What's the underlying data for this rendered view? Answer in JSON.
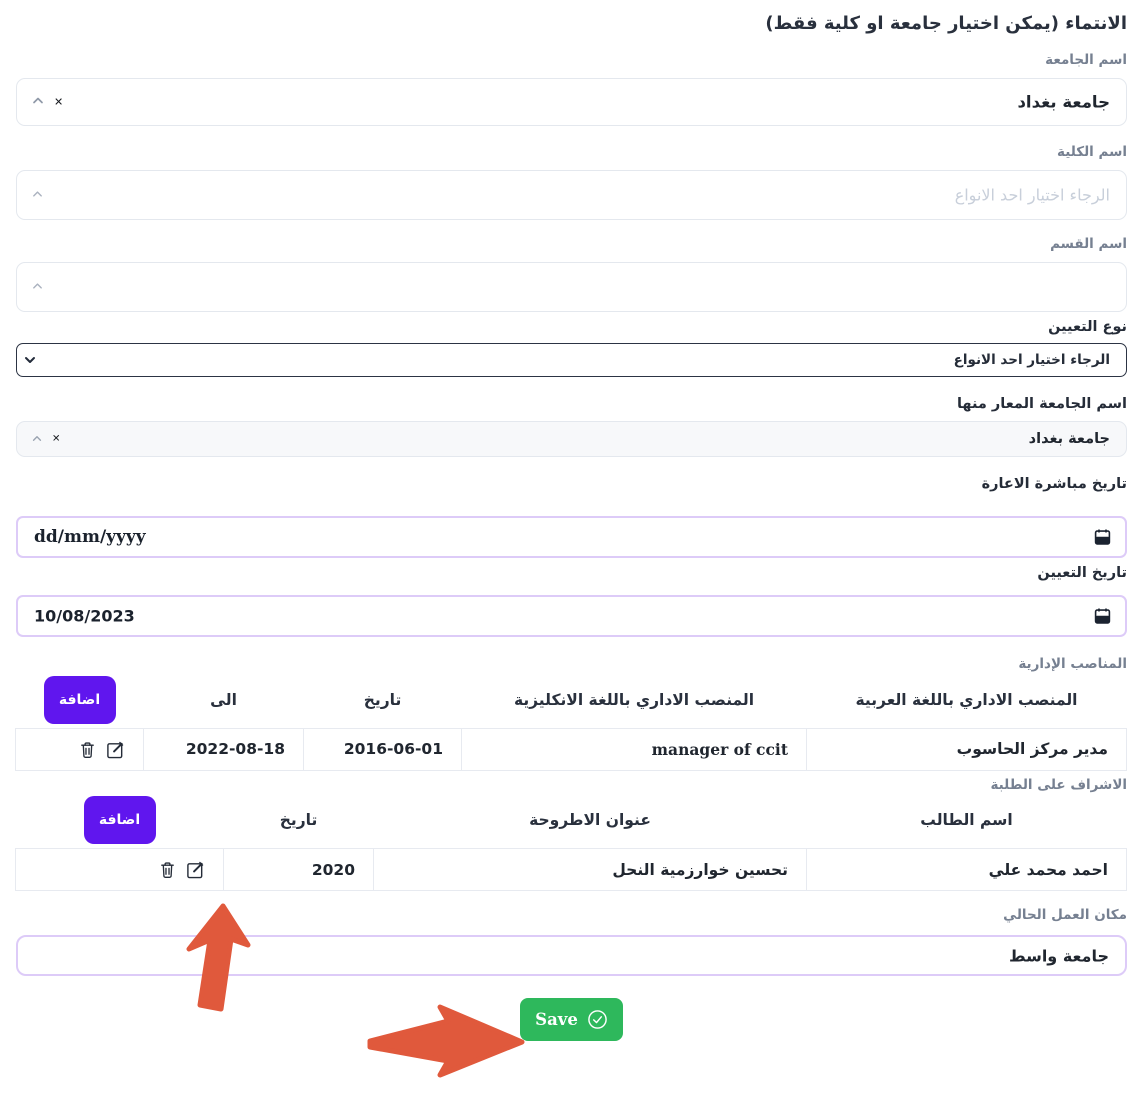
{
  "page": {
    "title": "الانتماء (يمكن اختيار جامعة او كلية فقط)"
  },
  "fields": {
    "university": {
      "label": "اسم الجامعة",
      "value": "جامعة بغداد"
    },
    "college": {
      "label": "اسم الكلية",
      "placeholder": "الرجاء اختيار احد الانواع"
    },
    "department": {
      "label": "اسم القسم",
      "value": ""
    },
    "appointment_type": {
      "label": "نوع التعيين",
      "selected": "الرجاء اختيار احد الانواع"
    },
    "seconded_university": {
      "label": "اسم الجامعة المعار منها",
      "value": "جامعة بغداد"
    },
    "secondment_start_date": {
      "label": "تاريخ مباشرة الاعارة",
      "value": "dd/mm/yyyy"
    },
    "appointment_date": {
      "label": "تاريخ التعيين",
      "value": "10/08/2023"
    },
    "current_workplace": {
      "label": "مكان العمل الحالي",
      "value": "جامعة واسط"
    }
  },
  "admin_positions": {
    "section_label": "المناصب الإدارية",
    "add_button": "اضافة",
    "headers": {
      "ar": "المنصب الاداري باللغة العربية",
      "en": "المنصب الاداري باللغة الانكليزية",
      "date": "تاريخ",
      "to": "الى"
    },
    "rows": [
      {
        "ar": "مدير مركز الحاسوب",
        "en": "manager of ccit",
        "date": "2016-06-01",
        "to": "2022-08-18"
      }
    ]
  },
  "supervision": {
    "section_label": "الاشراف على الطلبة",
    "add_button": "اضافة",
    "headers": {
      "student": "اسم الطالب",
      "thesis": "عنوان الاطروحة",
      "date": "تاريخ"
    },
    "rows": [
      {
        "student": "احمد محمد علي",
        "thesis": "تحسين خوارزمية النحل",
        "date": "2020"
      }
    ]
  },
  "save_button": {
    "label": "Save"
  },
  "colors": {
    "accent_purple": "#6016ee",
    "accent_green": "#2eb85c",
    "arrow_orange": "#e0593c",
    "lavender_border": "#ddcbf8",
    "text_dark": "#252c38",
    "label_gray": "#768091"
  }
}
